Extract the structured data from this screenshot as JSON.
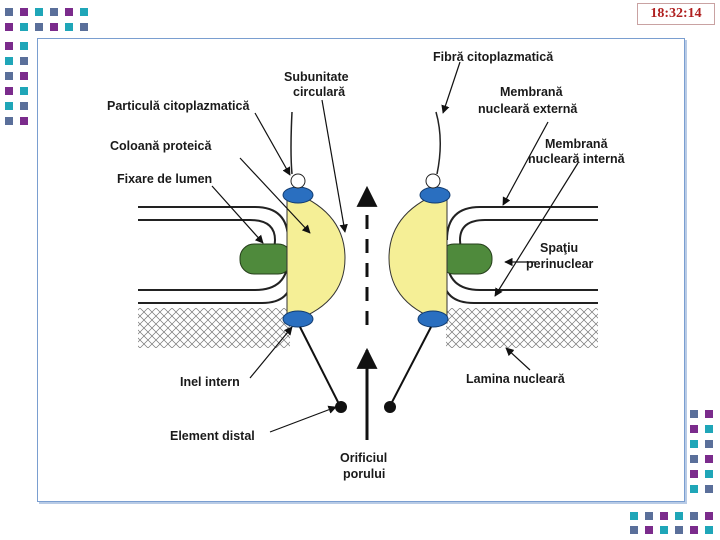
{
  "clock": {
    "time": "18:32:14"
  },
  "colors": {
    "accent_purple": "#7b2b8c",
    "accent_cyan": "#1fa6b8",
    "accent_slate": "#5a6f9a",
    "frame_blue": "#7a9ed0",
    "protein_yellow": "#f5ef96",
    "ring_blue": "#2a6fc0",
    "lumen_green": "#4f8a3c",
    "red_particle": "#d9342b"
  },
  "diagram": {
    "labels": {
      "subunit": [
        "Subunitate",
        "circulară"
      ],
      "cyto_particle": "Particulă citoplazmatică",
      "protein_column": "Coloană proteică",
      "lumen_fix": "Fixare de lumen",
      "inner_ring": "Inel intern",
      "distal_element": "Element distal",
      "pore_orifice": [
        "Orificiul",
        "porului"
      ],
      "cyto_fiber": "Fibră citoplazmatică",
      "outer_membrane": [
        "Membrană",
        "nucleară externă"
      ],
      "inner_membrane": [
        "Membrană",
        "nucleară internă"
      ],
      "perinuclear": [
        "Spaţiu",
        "perinuclear"
      ],
      "lamina": "Lamina nucleară"
    }
  }
}
